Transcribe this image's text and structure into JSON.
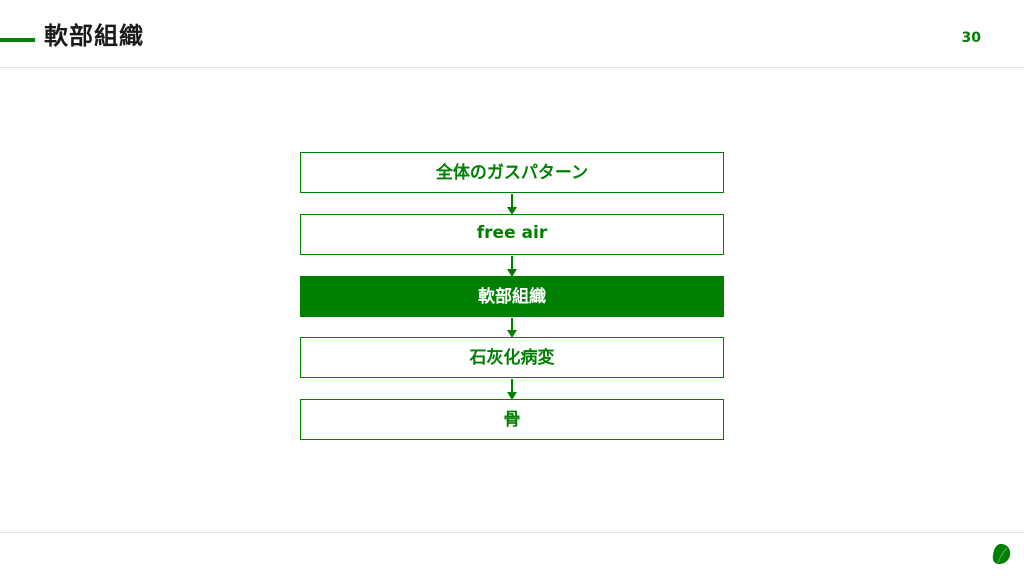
{
  "slide": {
    "title": "軟部組織",
    "page_number": "30"
  },
  "flow": {
    "steps": [
      {
        "label": "全体のガスパターン",
        "active": false
      },
      {
        "label": "free air",
        "active": false
      },
      {
        "label": "軟部組織",
        "active": true
      },
      {
        "label": "石灰化病変",
        "active": false
      },
      {
        "label": "骨",
        "active": false
      }
    ]
  },
  "colors": {
    "accent": "#008000",
    "title_text": "#1a1a1a",
    "divider": "#e3e3e3"
  },
  "icons": {
    "logo": "green-leaf-logo"
  }
}
